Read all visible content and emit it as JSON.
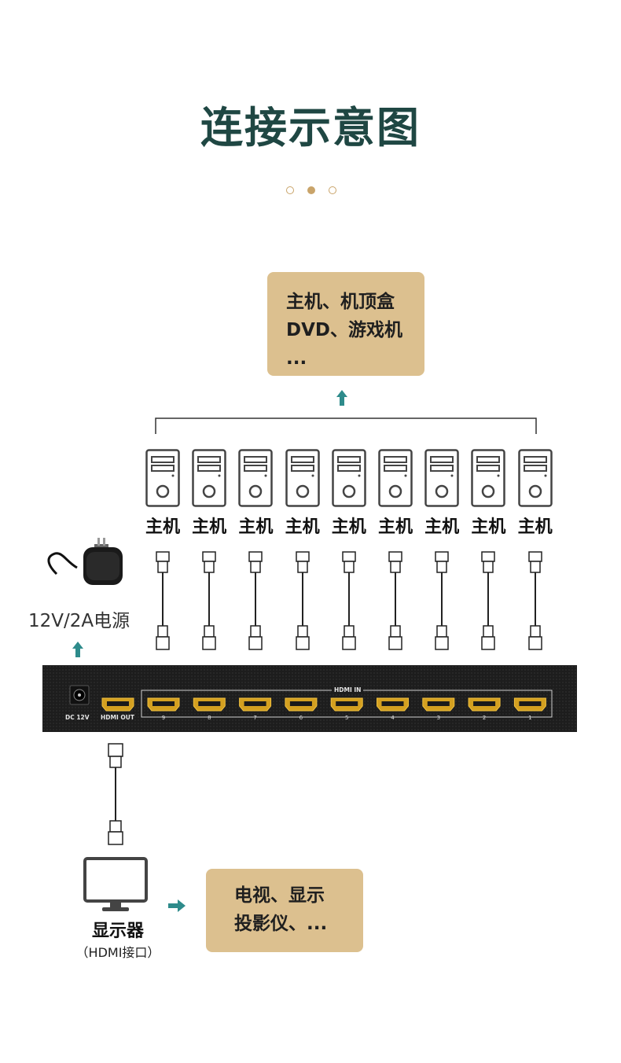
{
  "title": "连接示意图",
  "source_box": {
    "lines": [
      "主机、机顶盒",
      "DVD、游戏机",
      "..."
    ]
  },
  "host_label": "主机",
  "host_count": 9,
  "power": {
    "label": "12V/2A电源"
  },
  "device": {
    "dc_label": "DC 12V",
    "out_label": "HDMI OUT",
    "in_label": "HDMI IN",
    "port_numbers": [
      "9",
      "8",
      "7",
      "6",
      "5",
      "4",
      "3",
      "2",
      "1"
    ]
  },
  "monitor": {
    "label": "显示器",
    "sub_label": "（HDMI接口）"
  },
  "display_box": {
    "lines": [
      "电视、显示",
      "投影仪、..."
    ]
  },
  "colors": {
    "title": "#1f4743",
    "accent": "#c9a46a",
    "box": "#dcc08f",
    "arrow": "#2e8b8b"
  }
}
